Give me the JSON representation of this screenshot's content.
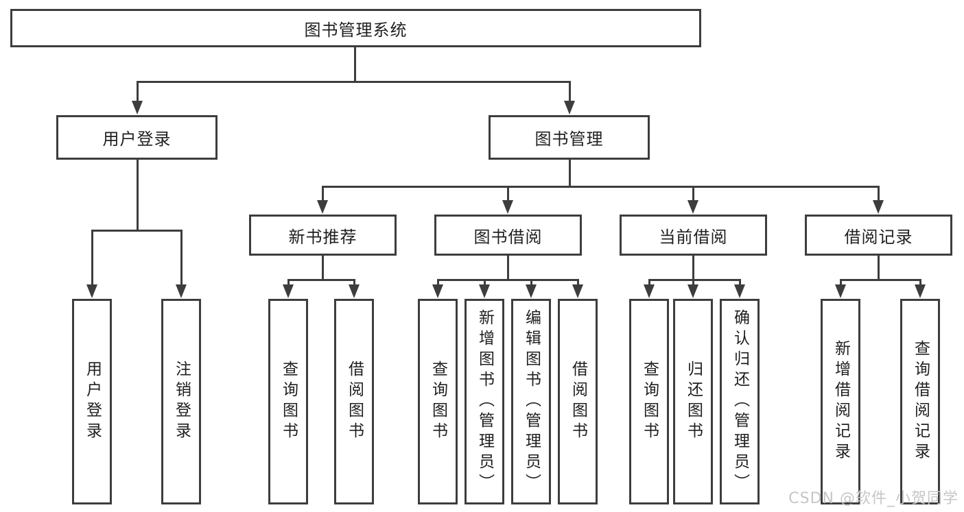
{
  "diagram": {
    "root": {
      "label": "图书管理系统"
    },
    "branches": [
      {
        "label": "用户登录",
        "leaves": [
          {
            "label": "用户登录"
          },
          {
            "label": "注销登录"
          }
        ]
      },
      {
        "label": "图书管理",
        "sections": [
          {
            "label": "新书推荐",
            "leaves": [
              {
                "label": "查询图书"
              },
              {
                "label": "借阅图书"
              }
            ]
          },
          {
            "label": "图书借阅",
            "leaves": [
              {
                "label": "查询图书"
              },
              {
                "label": "新增图书（管理员）"
              },
              {
                "label": "编辑图书（管理员）"
              },
              {
                "label": "借阅图书"
              }
            ]
          },
          {
            "label": "当前借阅",
            "leaves": [
              {
                "label": "查询图书"
              },
              {
                "label": "归还图书"
              },
              {
                "label": "确认归还（管理员）"
              }
            ]
          },
          {
            "label": "借阅记录",
            "leaves": [
              {
                "label": "新增借阅记录"
              },
              {
                "label": "查询借阅记录"
              }
            ]
          }
        ]
      }
    ]
  },
  "watermark": {
    "text": "CSDN @软件_小贺同学"
  },
  "colors": {
    "line": "#3d3d3d",
    "text": "#1f1f1f",
    "background": "#ffffff",
    "watermark": "#c6c6c6"
  }
}
